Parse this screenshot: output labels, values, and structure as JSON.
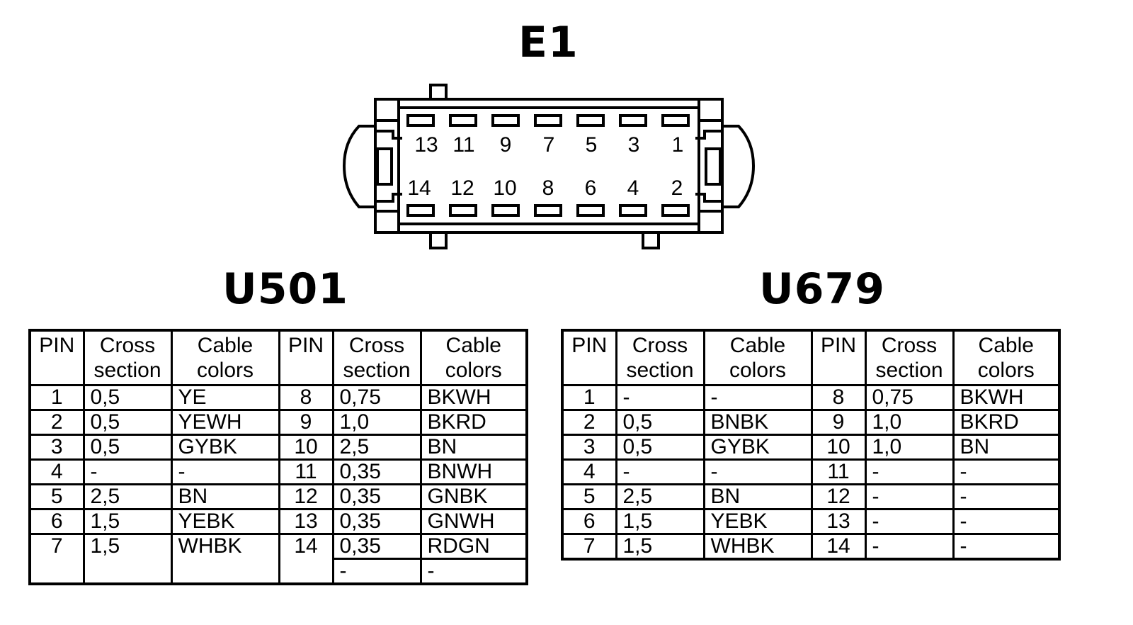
{
  "connector": {
    "title": "E1",
    "top_row_pins": [
      "13",
      "11",
      "9",
      "7",
      "5",
      "3",
      "1"
    ],
    "bottom_row_pins": [
      "14",
      "12",
      "10",
      "8",
      "6",
      "4",
      "2"
    ]
  },
  "headers": {
    "pin": "PIN",
    "cross_section_1": "Cross",
    "cross_section_2": "section",
    "cable_colors_1": "Cable",
    "cable_colors_2": "colors"
  },
  "u501": {
    "title": "U501",
    "rows": [
      {
        "pin_a": "1",
        "cs_a": "0,5",
        "color_a": "YE",
        "pin_b": "8",
        "cs_b": "0,75",
        "color_b": "BKWH"
      },
      {
        "pin_a": "2",
        "cs_a": "0,5",
        "color_a": "YEWH",
        "pin_b": "9",
        "cs_b": "1,0",
        "color_b": "BKRD"
      },
      {
        "pin_a": "3",
        "cs_a": "0,5",
        "color_a": "GYBK",
        "pin_b": "10",
        "cs_b": "2,5",
        "color_b": "BN"
      },
      {
        "pin_a": "4",
        "cs_a": "-",
        "color_a": "-",
        "pin_b": "11",
        "cs_b": "0,35",
        "color_b": "BNWH"
      },
      {
        "pin_a": "5",
        "cs_a": "2,5",
        "color_a": "BN",
        "pin_b": "12",
        "cs_b": "0,35",
        "color_b": "GNBK"
      },
      {
        "pin_a": "6",
        "cs_a": "1,5",
        "color_a": "YEBK",
        "pin_b": "13",
        "cs_b": "0,35",
        "color_b": "GNWH"
      },
      {
        "pin_a": "7",
        "cs_a": "1,5",
        "color_a": "WHBK",
        "pin_b": "14",
        "cs_b": "0,35",
        "color_b": "RDGN"
      }
    ],
    "extra_row": {
      "cs_b": "-",
      "color_b": "-"
    }
  },
  "u679": {
    "title": "U679",
    "rows": [
      {
        "pin_a": "1",
        "cs_a": "-",
        "color_a": "-",
        "pin_b": "8",
        "cs_b": "0,75",
        "color_b": "BKWH"
      },
      {
        "pin_a": "2",
        "cs_a": "0,5",
        "color_a": "BNBK",
        "pin_b": "9",
        "cs_b": "1,0",
        "color_b": "BKRD"
      },
      {
        "pin_a": "3",
        "cs_a": "0,5",
        "color_a": "GYBK",
        "pin_b": "10",
        "cs_b": "1,0",
        "color_b": "BN"
      },
      {
        "pin_a": "4",
        "cs_a": "-",
        "color_a": "-",
        "pin_b": "11",
        "cs_b": "-",
        "color_b": "-"
      },
      {
        "pin_a": "5",
        "cs_a": "2,5",
        "color_a": "BN",
        "pin_b": "12",
        "cs_b": "-",
        "color_b": "-"
      },
      {
        "pin_a": "6",
        "cs_a": "1,5",
        "color_a": "YEBK",
        "pin_b": "13",
        "cs_b": "-",
        "color_b": "-"
      },
      {
        "pin_a": "7",
        "cs_a": "1,5",
        "color_a": "WHBK",
        "pin_b": "14",
        "cs_b": "-",
        "color_b": "-"
      }
    ]
  }
}
